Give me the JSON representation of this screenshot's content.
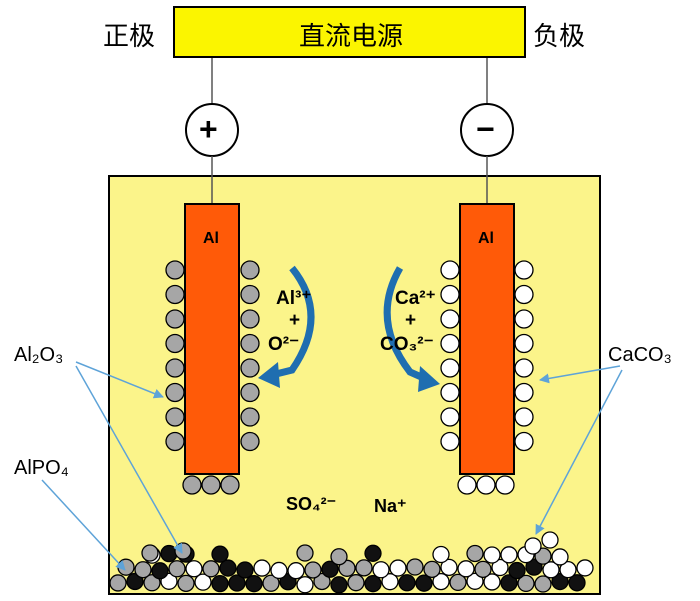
{
  "power_supply": {
    "label": "直流电源",
    "positive_label": "正极",
    "negative_label": "负极",
    "positive_symbol": "+",
    "negative_symbol": "−"
  },
  "electrodes": {
    "anode_label": "Al",
    "cathode_label": "Al"
  },
  "reactions": {
    "anode": {
      "line1": "Al³⁺",
      "line2": "+",
      "line3": "O²⁻"
    },
    "cathode": {
      "line1": "Ca²⁺",
      "line2": "+",
      "line3": "CO₃²⁻"
    }
  },
  "ions": {
    "sulfate": "SO₄²⁻",
    "sodium": "Na⁺"
  },
  "labels": {
    "al2o3": "Al₂O₃",
    "alpo4": "AlPO₄",
    "caco3": "CaCO₃"
  },
  "colors": {
    "electrolyte": "#fbf48a",
    "supply": "#fbf500",
    "electrode": "#ff5a08",
    "arrow": "#1f6eb0",
    "pointer": "#5ea3d8",
    "al2o3_particle": "#a6a6a6",
    "caco3_particle": "#ffffff",
    "alpo4_particle": "#111111"
  }
}
